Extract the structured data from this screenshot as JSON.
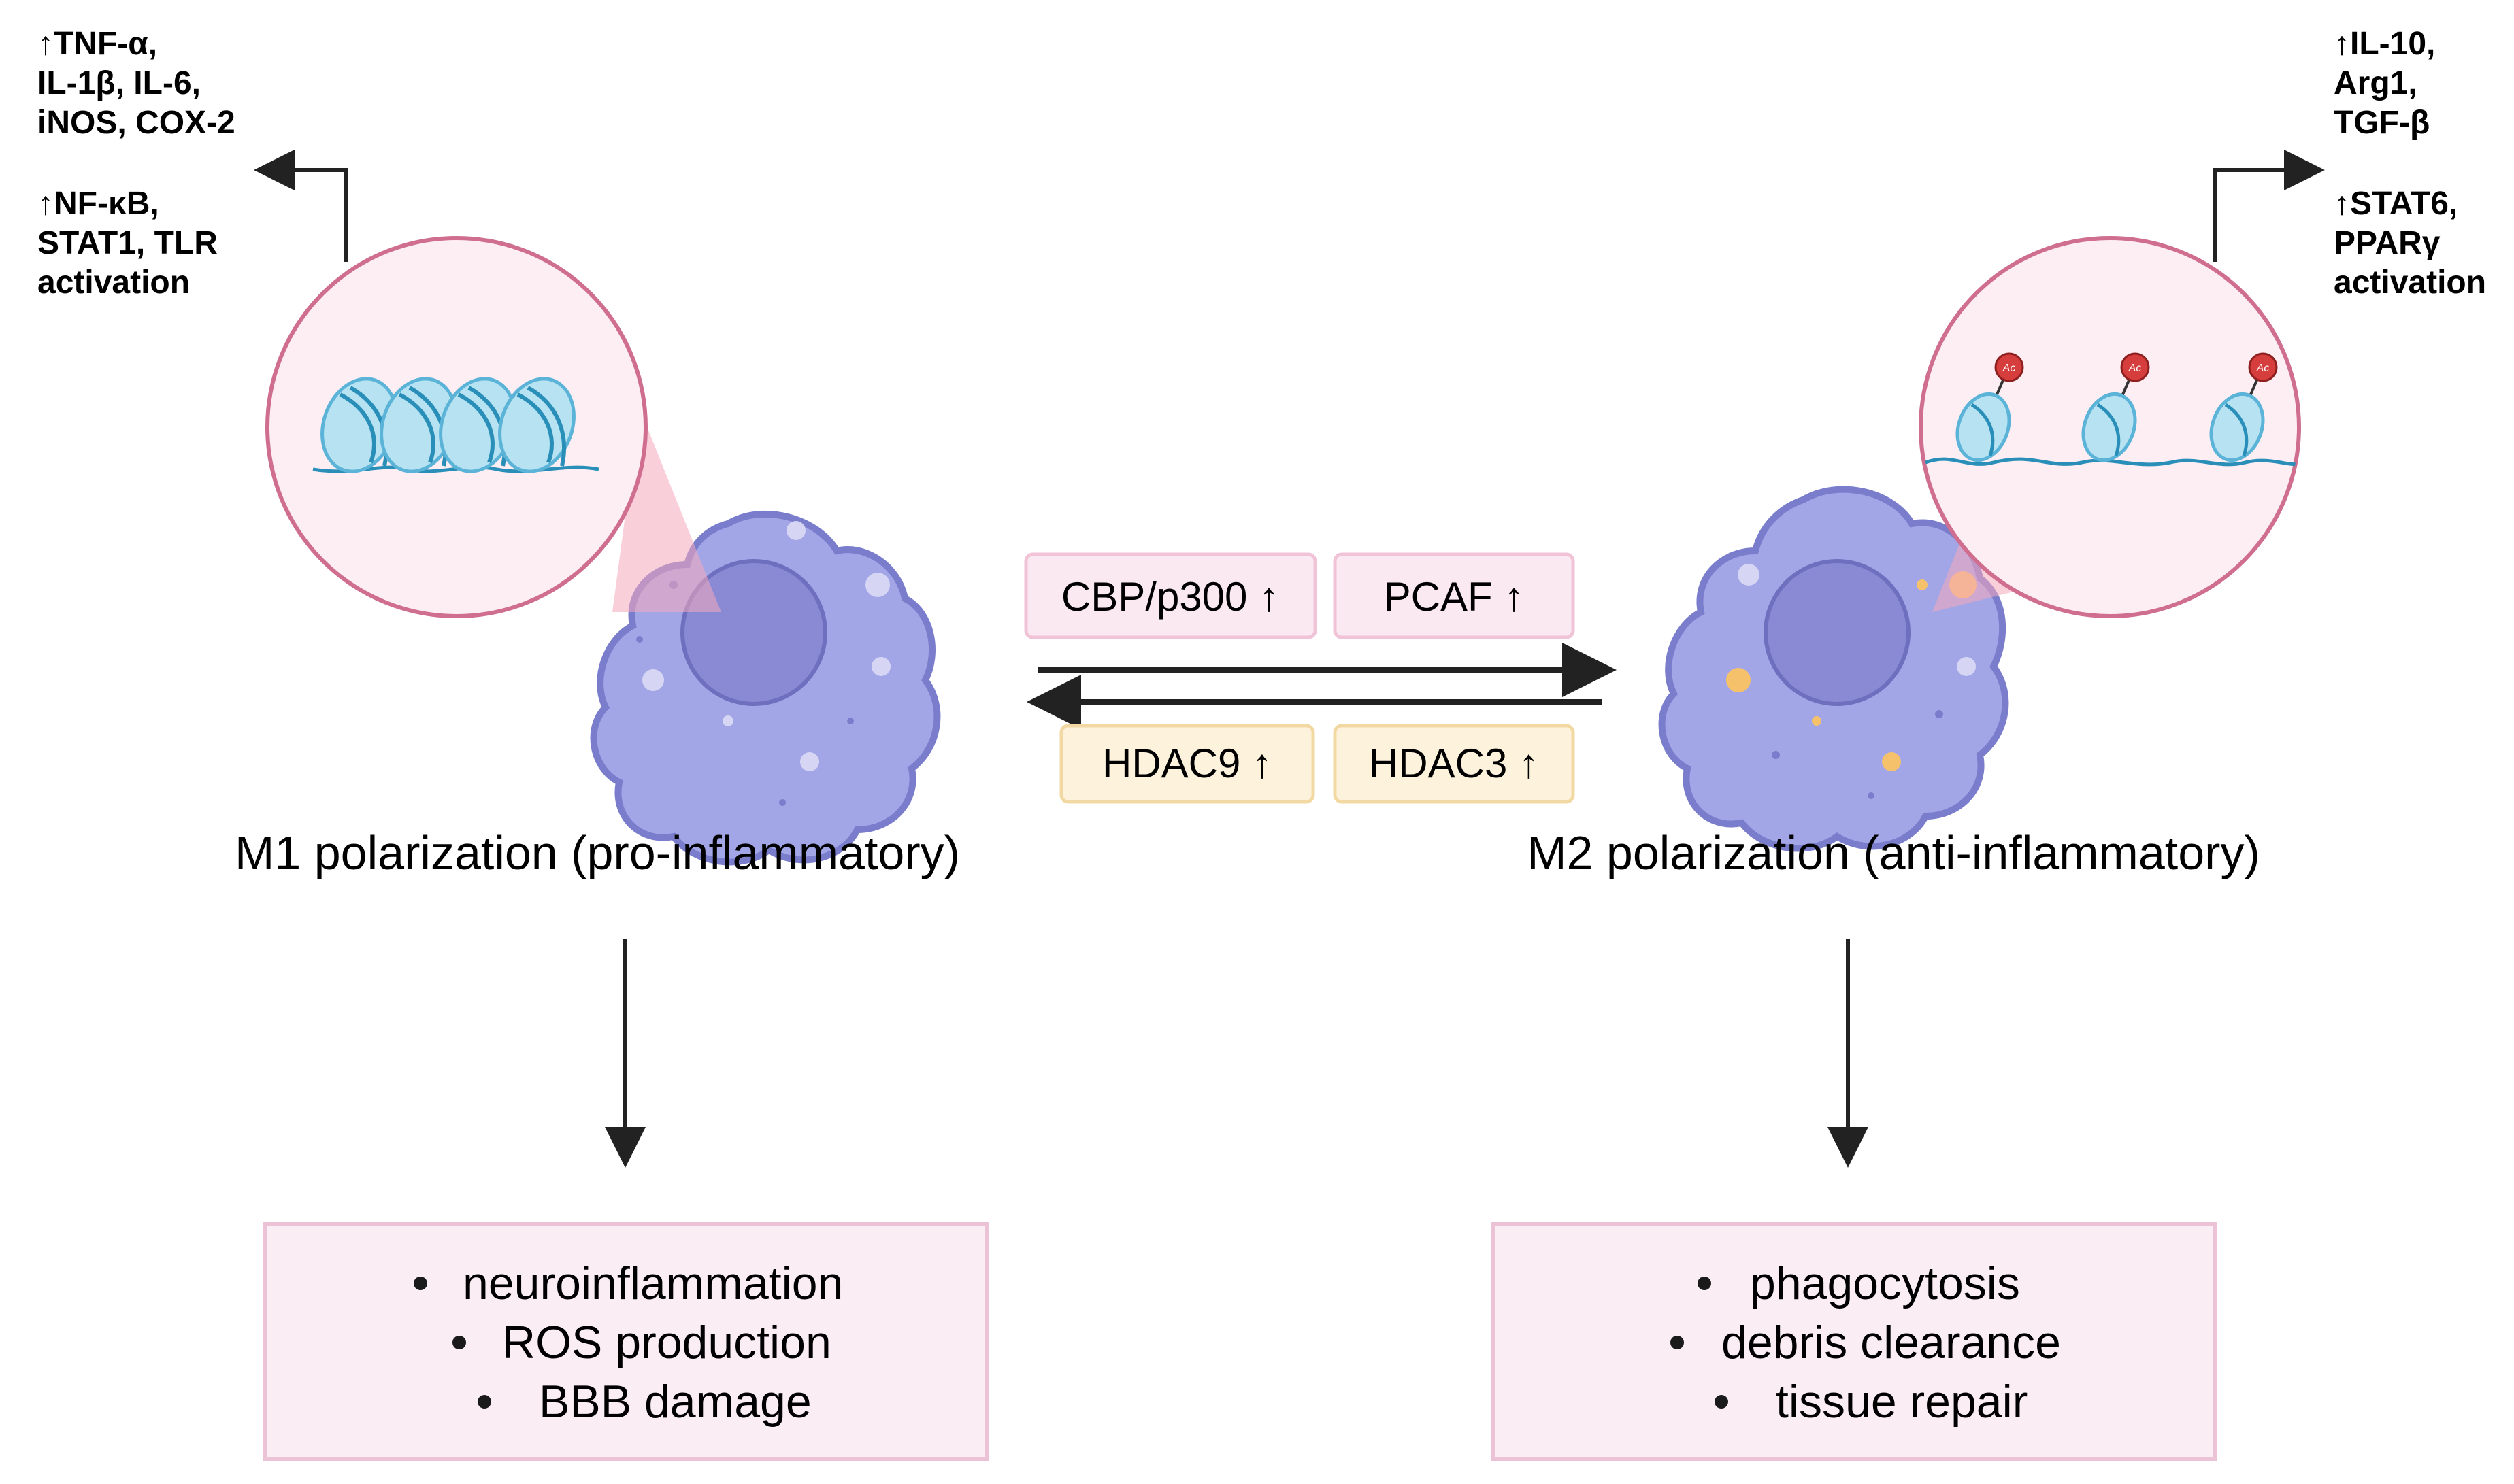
{
  "left": {
    "cytokines": [
      "↑TNF-α,",
      "IL-1β, IL-6,",
      "iNOS, COX-2"
    ],
    "pathways": [
      "↑NF-κB,",
      "STAT1, TLR",
      "activation"
    ],
    "title": "M1 polarization (pro-inflammatory)",
    "outcomes": [
      "neuroinflammation",
      "ROS production",
      "BBB damage"
    ]
  },
  "right": {
    "cytokines": [
      "↑IL-10,",
      "Arg1,",
      "TGF-β"
    ],
    "pathways": [
      "↑STAT6,",
      "PPARγ",
      "activation"
    ],
    "title": "M2 polarization (anti-inflammatory)",
    "outcomes": [
      "phagocytosis",
      "debris clearance",
      "tissue repair"
    ],
    "acetyl_label": "Ac"
  },
  "center": {
    "top_boxes": [
      "CBP/p300 ↑",
      "PCAF ↑"
    ],
    "bottom_boxes": [
      "HDAC9 ↑",
      "HDAC3 ↑"
    ]
  },
  "colors": {
    "cell_fill": "#a3a6e6",
    "cell_stroke": "#7a7dcc",
    "nucleus_fill": "#8a8ad4",
    "zoom_circle_fill": "#fdeef3",
    "zoom_circle_stroke": "#cf6e8f",
    "nucleosome": "#7fc8e6",
    "acetyl": "#d63d3d",
    "hat_box_fill": "#fbe9f1",
    "hat_box_stroke": "#f0c3d6",
    "hdac_box_fill": "#fdf3dd",
    "hdac_box_stroke": "#f2d9a3",
    "outcome_box_fill": "#fbedf4",
    "outcome_box_stroke": "#ecc2d6",
    "arrow": "#222222"
  }
}
